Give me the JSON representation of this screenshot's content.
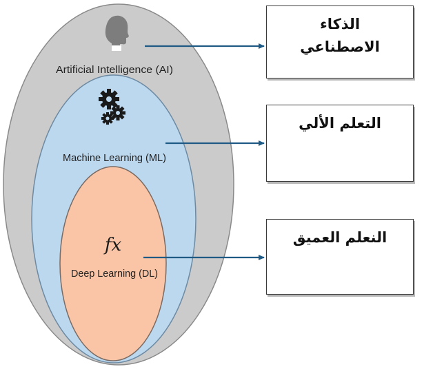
{
  "layers": {
    "ai": {
      "label": "Artificial Intelligence (AI)",
      "fill": "#cbcbcb",
      "icon": "head-silhouette-icon"
    },
    "ml": {
      "label": "Machine Learning (ML)",
      "fill": "#bcd8ef",
      "icon": "gears-icon"
    },
    "dl": {
      "label": "Deep Learning (DL)",
      "fill": "#f9c5a6",
      "icon": "function-fx-icon",
      "icon_text": "fx"
    }
  },
  "callouts": {
    "ai": {
      "line1": "الذكاء",
      "line2": "الاصطناعي"
    },
    "ml": {
      "line1": "التعلم الألي"
    },
    "dl": {
      "line1": "النعلم العميق"
    }
  },
  "colors": {
    "arrow": "#1f5a85",
    "outline": "#5a6b7a"
  }
}
